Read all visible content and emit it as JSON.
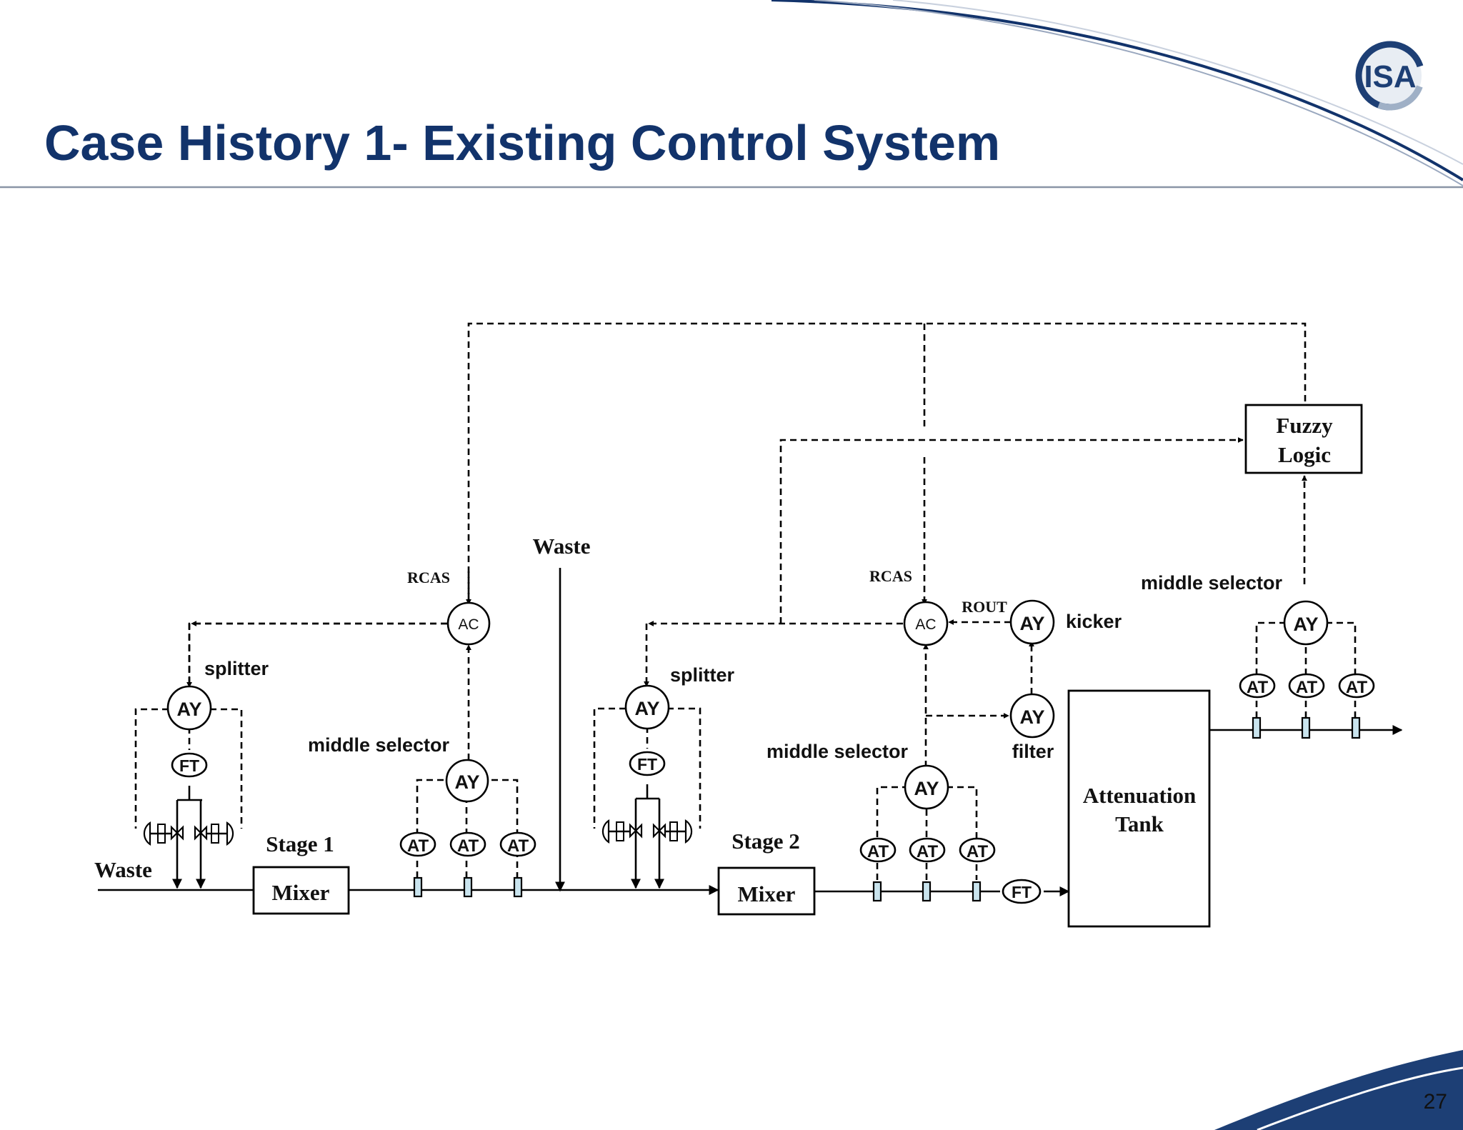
{
  "slide": {
    "title": "Case History 1- Existing Control System",
    "page_number": "27",
    "logo_text": "ISA"
  },
  "diagram": {
    "labels": {
      "fuzzy_line1": "Fuzzy",
      "fuzzy_line2": "Logic",
      "waste_top": "Waste",
      "waste_left": "Waste",
      "rcas_1": "RCAS",
      "rcas_2": "RCAS",
      "rout": "ROUT",
      "kicker": "kicker",
      "filter": "filter",
      "splitter_1": "splitter",
      "splitter_2": "splitter",
      "middle_selector_1": "middle selector",
      "middle_selector_2": "middle selector",
      "middle_selector_3": "middle selector",
      "stage_1": "Stage 1",
      "stage_2": "Stage 2",
      "mixer_1": "Mixer",
      "mixer_2": "Mixer",
      "tank_line1": "Attenuation",
      "tank_line2": "Tank"
    },
    "tags": {
      "ac": "AC",
      "ay": "AY",
      "at": "AT",
      "ft": "FT"
    }
  },
  "colors": {
    "title": "#12336b",
    "swoosh_dark": "#1d3f75",
    "pipe_fill": "#c9e4ee"
  }
}
